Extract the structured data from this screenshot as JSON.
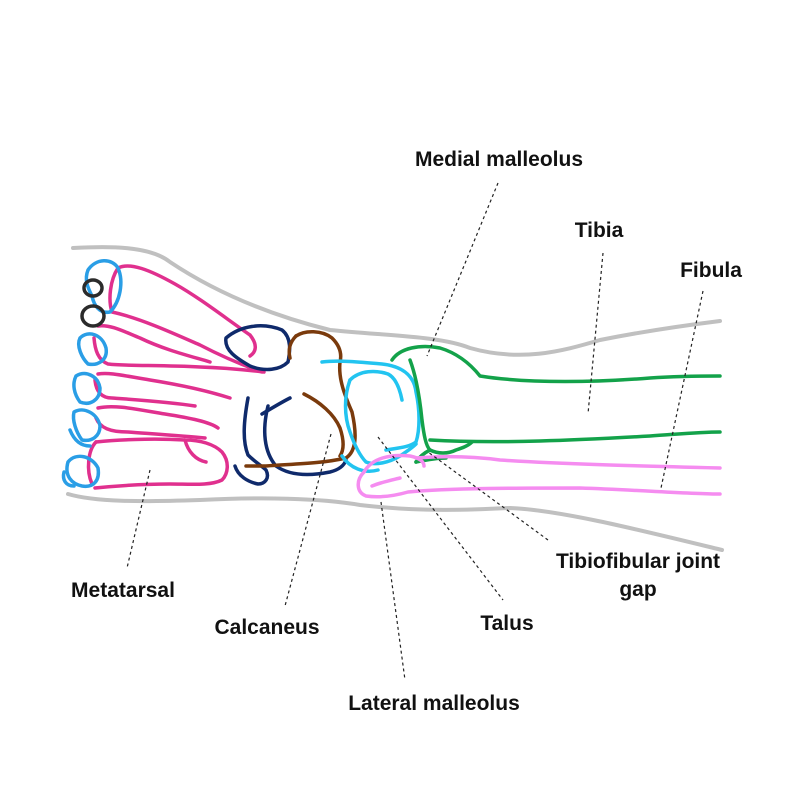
{
  "labels": {
    "medial_malleolus": "Medial malleolus",
    "tibia": "Tibia",
    "fibula": "Fibula",
    "tibiofibular_line1": "Tibiofibular joint",
    "tibiofibular_line2": "gap",
    "metatarsal": "Metatarsal",
    "calcaneus": "Calcaneus",
    "talus": "Talus",
    "lateral_malleolus": "Lateral malleolus"
  },
  "colors": {
    "outline": "#c0c0c0",
    "metatarsal": "#e0308e",
    "phalanges": "#2a9ee6",
    "sesamoid": "#2b2b2b",
    "navicular_cuboid": "#0f2a6b",
    "calcaneus": "#7a3a0c",
    "talus": "#22c4f0",
    "tibia": "#13a24a",
    "fibula": "#f58cf0"
  }
}
